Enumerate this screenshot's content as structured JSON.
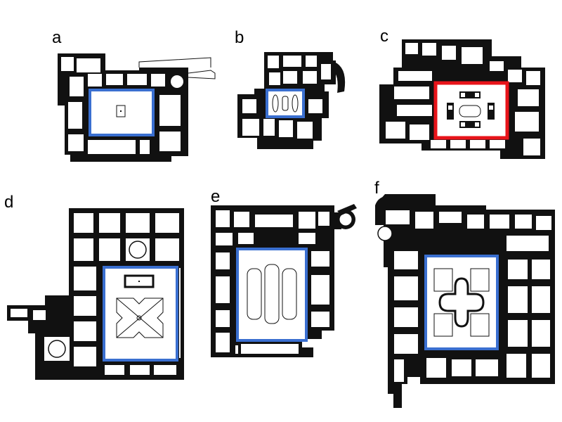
{
  "figure": {
    "panels": [
      {
        "label": "a",
        "courtyard_highlight": "#3a6fd0"
      },
      {
        "label": "b",
        "courtyard_highlight": "#3a6fd0"
      },
      {
        "label": "c",
        "courtyard_highlight": "#e8141a"
      },
      {
        "label": "d",
        "courtyard_highlight": "#3a6fd0"
      },
      {
        "label": "e",
        "courtyard_highlight": "#3a6fd0"
      },
      {
        "label": "f",
        "courtyard_highlight": "#3a6fd0"
      }
    ]
  }
}
